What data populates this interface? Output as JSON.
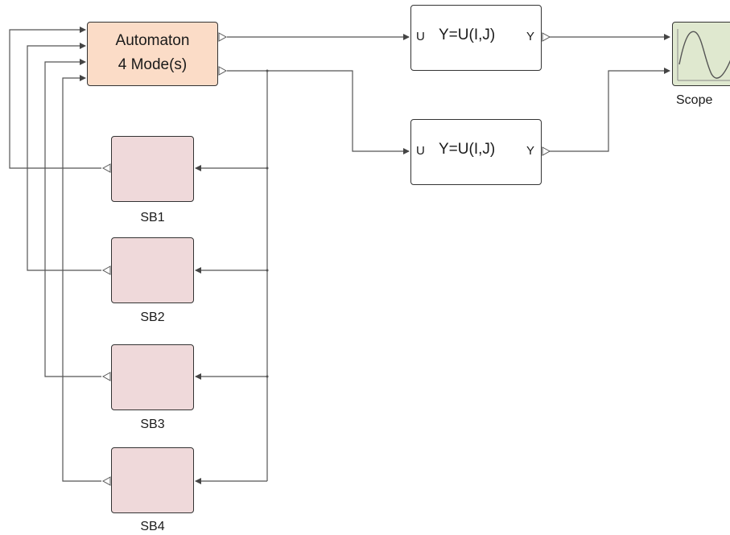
{
  "automaton": {
    "line1": "Automaton",
    "line2": "4 Mode(s)"
  },
  "selectors": [
    {
      "input_port": "U",
      "expression": "Y=U(I,J)",
      "output_port": "Y"
    },
    {
      "input_port": "U",
      "expression": "Y=U(I,J)",
      "output_port": "Y"
    }
  ],
  "superblocks": [
    {
      "label": "SB1"
    },
    {
      "label": "SB2"
    },
    {
      "label": "SB3"
    },
    {
      "label": "SB4"
    }
  ],
  "scope": {
    "label": "Scope"
  },
  "colors": {
    "automaton_fill": "#fbdcc7",
    "superblock_fill": "#efd9da",
    "scope_fill": "#dfe8cf",
    "wire": "#555555"
  }
}
